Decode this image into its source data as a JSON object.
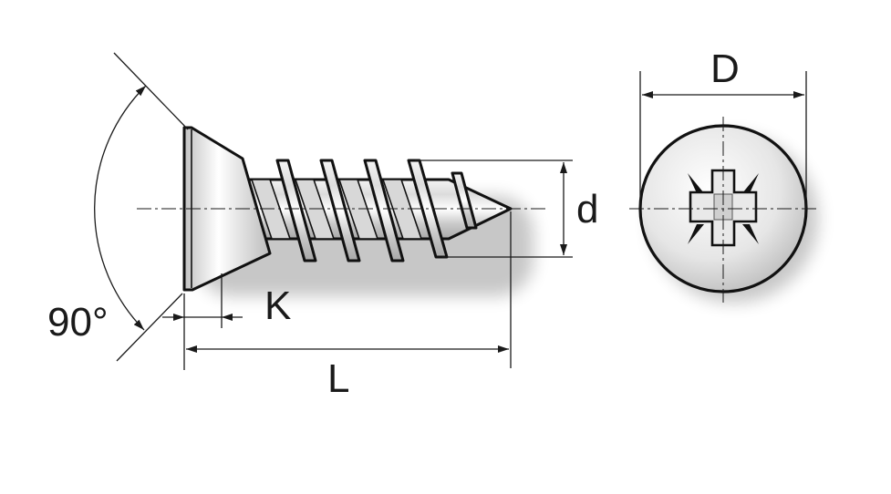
{
  "labels": {
    "angle": "90°",
    "head_height": "K",
    "length": "L",
    "thread_diameter": "d",
    "head_diameter": "D"
  }
}
